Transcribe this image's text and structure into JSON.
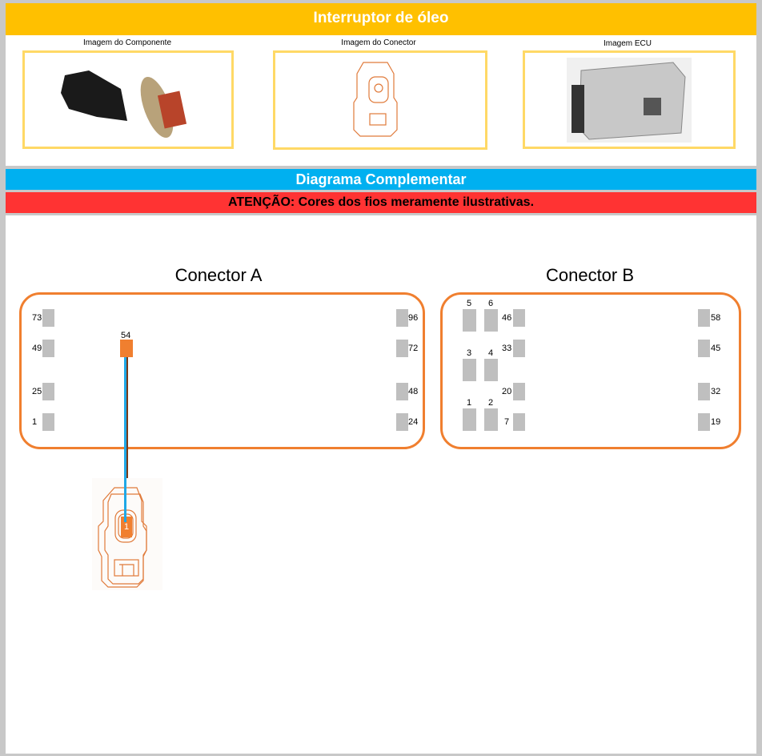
{
  "header": {
    "title": "Interruptor de óleo"
  },
  "images": [
    {
      "label": "Imagem do Componente"
    },
    {
      "label": "Imagem do Conector"
    },
    {
      "label": "Imagem ECU"
    }
  ],
  "sections": {
    "diagram": "Diagrama Complementar",
    "warning": "ATENÇÃO: Cores dos fios meramente ilustrativas."
  },
  "connector_a": {
    "title": "Conector A",
    "left_pins": [
      "73",
      "49",
      "25",
      "1"
    ],
    "right_pins": [
      "96",
      "72",
      "48",
      "24"
    ],
    "active_pin": "54"
  },
  "connector_b": {
    "title": "Conector B",
    "small_pins": [
      "5",
      "6",
      "3",
      "4",
      "1",
      "2"
    ],
    "left_pins": [
      "46",
      "33",
      "20",
      "7"
    ],
    "right_pins": [
      "58",
      "45",
      "32",
      "19"
    ]
  },
  "component_connector": {
    "pin": "1"
  },
  "wire": {
    "colors": [
      "#1fa8e6",
      "#7a3b1a"
    ]
  },
  "colors": {
    "accent": "#f07f2f",
    "pin": "#bfbfbf",
    "active_pin": "#f07f2f"
  }
}
